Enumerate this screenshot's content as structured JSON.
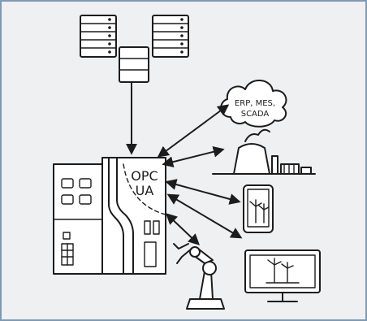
{
  "diagram": {
    "controller_label_line1": "OPC",
    "controller_label_line2": "UA",
    "cloud_label_line1": "ERP, MES,",
    "cloud_label_line2": "SCADA"
  },
  "icons": {
    "server_rack_left": "server-rack-icon",
    "server_rack_right": "server-rack-icon",
    "server_small": "server-icon",
    "cloud": "cloud-icon",
    "factory": "factory-icon",
    "tablet": "tablet-icon",
    "monitor": "monitor-icon",
    "wind_turbine": "wind-turbine-icon",
    "robot_arm": "robot-arm-icon",
    "plc": "plc-controller-icon"
  }
}
